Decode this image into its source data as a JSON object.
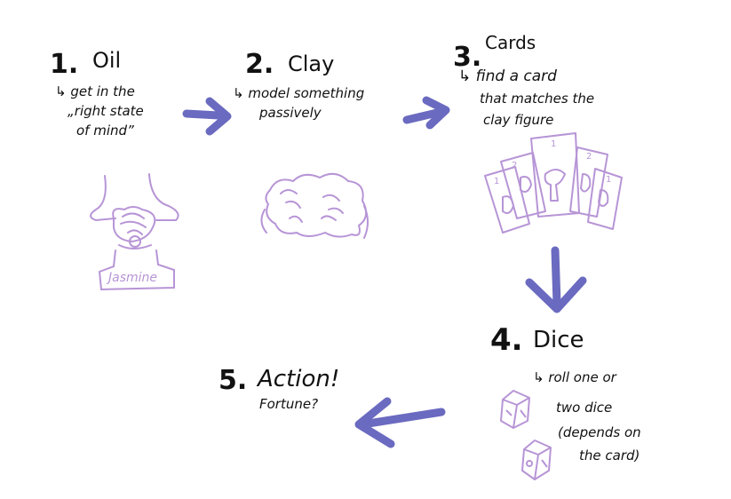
{
  "steps": [
    {
      "number": "1.",
      "title": "Oil",
      "lines": [
        "↳ get in the",
        "„right state",
        "of mind”"
      ]
    },
    {
      "number": "2.",
      "title": "Clay",
      "lines": [
        "↳ model something",
        "passively"
      ]
    },
    {
      "number": "3.",
      "title": "Cards",
      "lines": [
        "↳ find a card",
        "that matches the",
        "clay figure"
      ]
    },
    {
      "number": "4.",
      "title": "Dice",
      "lines": [
        "↳ roll one or",
        "two dice",
        "(depends on",
        "the card)"
      ]
    },
    {
      "number": "5.",
      "title": "Action!",
      "lines": [
        "Fortune?"
      ]
    }
  ],
  "oil_label": "Jasmine",
  "card_numbers": [
    "1",
    "2",
    "1",
    "2",
    "1"
  ],
  "colors": {
    "ink": "#111111",
    "accent": "#6a6ac0",
    "sketch": "#b795d6"
  },
  "icons": [
    "arrow-right-icon",
    "arrow-down-icon",
    "arrow-left-icon",
    "oil-bottle-icon",
    "clay-figure-icon",
    "cards-icon",
    "dice-icon"
  ]
}
